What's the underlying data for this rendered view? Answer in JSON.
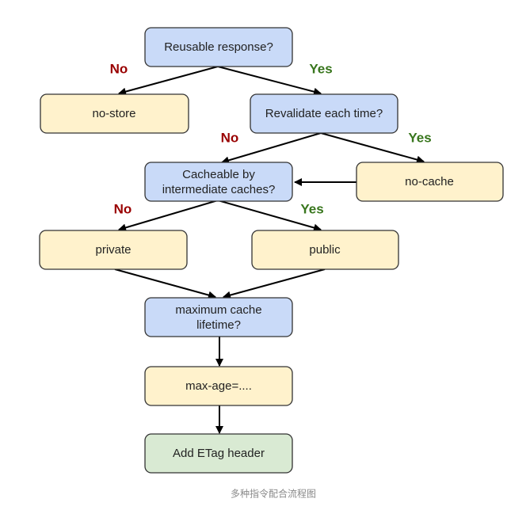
{
  "nodes": {
    "reusable": "Reusable response?",
    "no_store": "no-store",
    "revalidate": "Revalidate each time?",
    "cacheable": [
      "Cacheable by",
      "intermediate caches?"
    ],
    "no_cache": "no-cache",
    "private": "private",
    "public": "public",
    "max_lifetime": [
      "maximum cache",
      "lifetime?"
    ],
    "max_age": "max-age=....",
    "etag": "Add ETag header"
  },
  "edge_labels": {
    "no": "No",
    "yes": "Yes"
  },
  "colors": {
    "decision": "#c9daf8",
    "action": "#fff2cc",
    "final": "#d9ead3",
    "no": "#990000",
    "yes": "#38761d"
  },
  "caption": "多种指令配合流程图"
}
